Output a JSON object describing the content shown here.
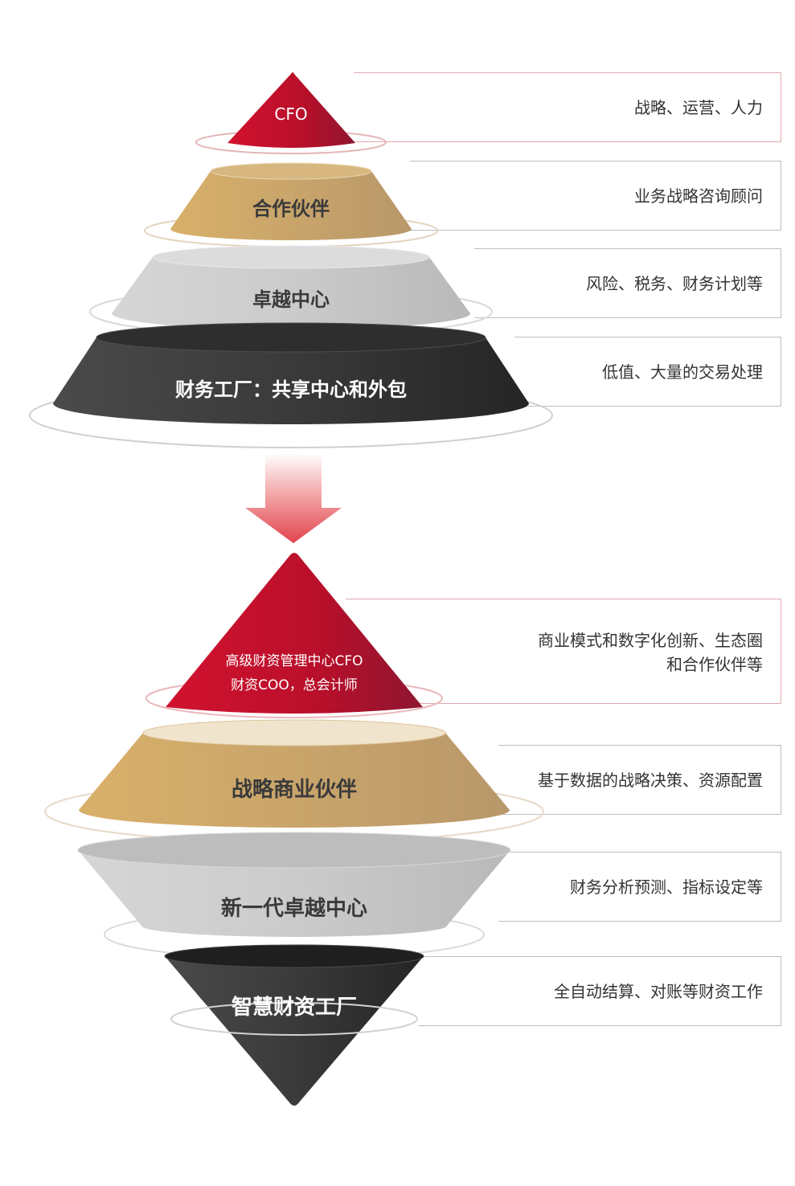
{
  "colors": {
    "red": "#c8102e",
    "gold": "#c9a56b",
    "gray": "#cfcfcf",
    "dark": "#3a3a3a",
    "arrow": "#e24b52",
    "label_text": "#333333"
  },
  "top_pyramid": {
    "tiers": [
      {
        "name": "CFO",
        "description": "战略、运营、人力"
      },
      {
        "name": "合作伙伴",
        "description": "业务战略咨询顾问"
      },
      {
        "name": "卓越中心",
        "description": "风险、税务、财务计划等"
      },
      {
        "name": "财务工厂：共享中心和外包",
        "description": "低值、大量的交易处理"
      }
    ]
  },
  "arrow": {
    "icon": "down-arrow-icon"
  },
  "bottom_pyramid": {
    "tiers": [
      {
        "name": "高级财资管理中心CFO",
        "name_line2": "财资COO，总会计师",
        "description": "商业模式和数字化创新、生态圈\n和合作伙伴等"
      },
      {
        "name": "战略商业伙伴",
        "description": "基于数据的战略决策、资源配置"
      },
      {
        "name": "新一代卓越中心",
        "description": "财务分析预测、指标设定等"
      },
      {
        "name": "智慧财资工厂",
        "description": "全自动结算、对账等财资工作"
      }
    ]
  }
}
